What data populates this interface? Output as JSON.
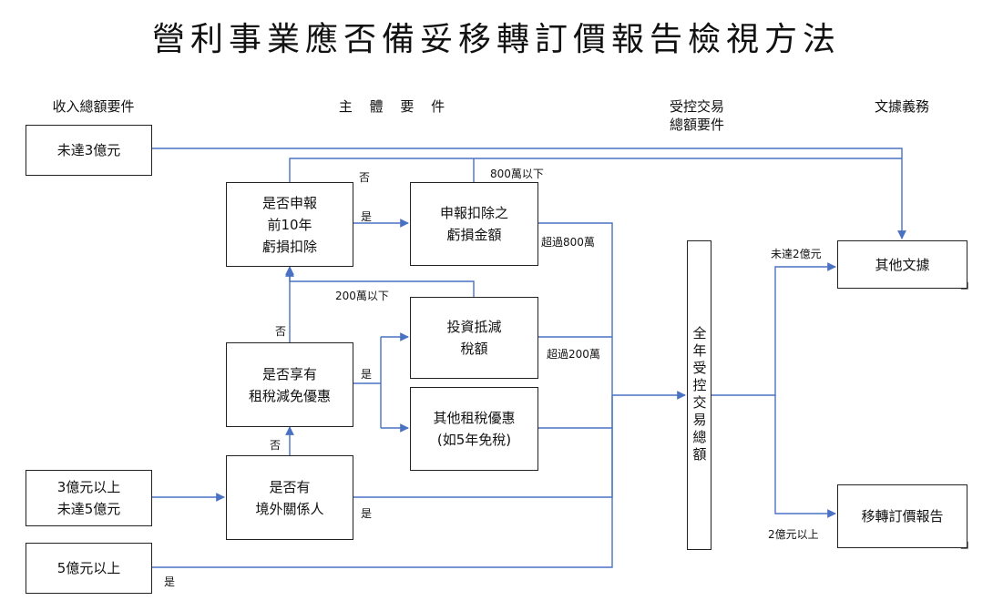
{
  "title": "營利事業應否備妥移轉訂價報告檢視方法",
  "columns": {
    "revenue": "收入總額要件",
    "subject": "主 體 要 件",
    "controlled_line1": "受控交易",
    "controlled_line2": "總額要件",
    "documentation": "文據義務"
  },
  "boxes": {
    "under_3e": "未達3億元",
    "mid_line1": "3億元以上",
    "mid_line2": "未達5億元",
    "over_5e": "5億元以上",
    "loss_q_line1": "是否申報",
    "loss_q_line2": "前10年",
    "loss_q_line3": "虧損扣除",
    "incentive_q_line1": "是否享有",
    "incentive_q_line2": "租稅減免優惠",
    "related_q_line1": "是否有",
    "related_q_line2": "境外關係人",
    "loss_amt_line1": "申報扣除之",
    "loss_amt_line2": "虧損金額",
    "invest_line1": "投資抵減",
    "invest_line2": "稅額",
    "other_inc_line1": "其他租稅優惠",
    "other_inc_line2": "(如5年免稅)",
    "total_controlled": "全年受控交易總額",
    "other_docs": "其他文據",
    "tp_report": "移轉訂價報告"
  },
  "labels": {
    "no_top": "否",
    "yes_loss": "是",
    "below_800": "800萬以下",
    "over_800": "超過800萬",
    "below_200": "200萬以下",
    "no_mid": "否",
    "yes_incentive": "是",
    "over_200": "超過200萬",
    "no_low": "否",
    "yes_related": "是",
    "yes_5e": "是",
    "under_2e": "未達2億元",
    "over_2e": "2億元以上"
  },
  "colors": {
    "connector": "#4a72c4",
    "border": "#222222",
    "text": "#111111"
  }
}
